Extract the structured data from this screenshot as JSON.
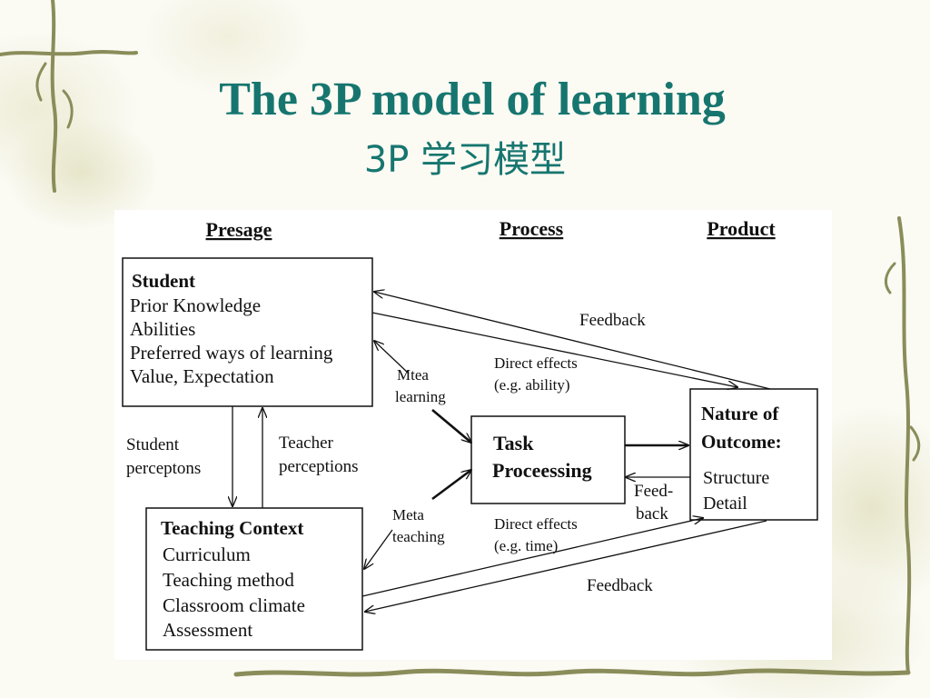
{
  "slide": {
    "title": "The 3P model of learning",
    "subtitle": "3P  学习模型"
  },
  "diagram": {
    "headings": {
      "presage": "Presage",
      "process": "Process",
      "product": "Product"
    },
    "student": {
      "title": "Student",
      "items": [
        "Prior Knowledge",
        "Abilities",
        "Preferred ways of learning",
        "Value, Expectation"
      ]
    },
    "teaching_context": {
      "title": "Teaching Context",
      "items": [
        "Curriculum",
        "Teaching method",
        "Classroom climate",
        "Assessment"
      ]
    },
    "task": {
      "lines": [
        "Task",
        "Proceessing"
      ]
    },
    "outcome": {
      "title_lines": [
        "Nature of",
        "Outcome:"
      ],
      "items": [
        "Structure",
        "Detail"
      ]
    },
    "labels": {
      "feedback_top": "Feedback",
      "feedback_bottom": "Feedback",
      "direct_effects_top": [
        "Direct effects",
        "(e.g. ability)"
      ],
      "direct_effects_bottom": [
        "Direct effects",
        "(e.g. time)"
      ],
      "mtea_learning": [
        "Mtea",
        "learning"
      ],
      "meta_teaching": [
        "Meta",
        "teaching"
      ],
      "feed_back": [
        "Feed-",
        "back"
      ],
      "student_perceptions": [
        "Student",
        "perceptons"
      ],
      "teacher_perceptions": [
        "Teacher",
        "perceptions"
      ]
    }
  },
  "colors": {
    "title": "#16766f",
    "ink": "#111111",
    "vine": "#8a8d5a"
  }
}
